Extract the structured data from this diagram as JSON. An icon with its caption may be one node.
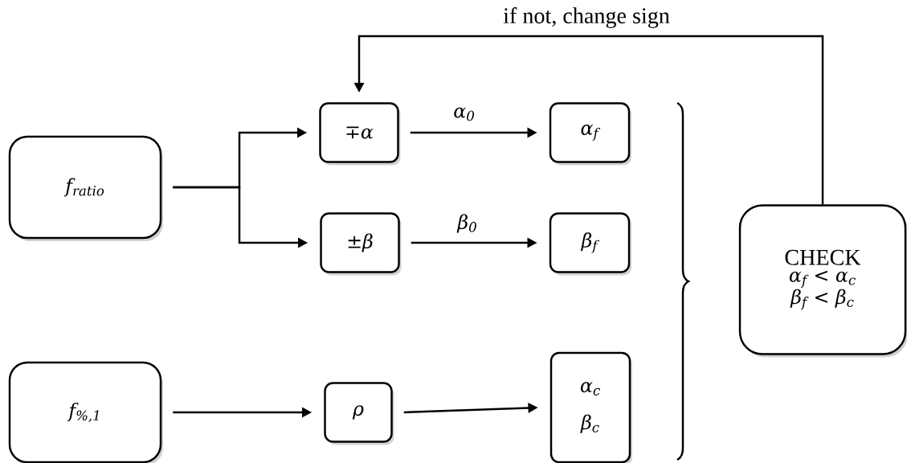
{
  "diagram": {
    "nodes": [
      {
        "text": [
          "f$_{ratio}$"
        ]
      },
      {
        "text": [
          "∓α"
        ]
      },
      {
        "text": [
          "α$_{f}$"
        ]
      },
      {
        "text": [
          "±β"
        ]
      },
      {
        "text": [
          "β$_{f}$"
        ]
      },
      {
        "text": [
          "CHECK",
          "α$_{f}$ < α$_{c}$",
          "β$_{f}$ < β$_{c}$"
        ]
      },
      {
        "text": [
          "f$_{%,1}$"
        ]
      },
      {
        "text": [
          "ρ"
        ]
      },
      {
        "text": [
          "α$_{c}$",
          "β$_{c}$"
        ]
      }
    ],
    "edges": [
      {
        "from": 0,
        "to": 1,
        "arrow": "to"
      },
      {
        "from": 0,
        "to": 3,
        "arrow": "to"
      },
      {
        "from": 1,
        "to": 2,
        "arrow": "to",
        "label": "α$_{0}$"
      },
      {
        "from": 3,
        "to": 4,
        "arrow": "to",
        "label": "β$_{0}$"
      },
      {
        "from": 6,
        "to": 7,
        "arrow": "to"
      },
      {
        "from": 7,
        "to": 8,
        "arrow": "to"
      },
      {
        "from": 5,
        "to": 1,
        "arrow": "to",
        "label": "if not, change sign"
      }
    ]
  }
}
